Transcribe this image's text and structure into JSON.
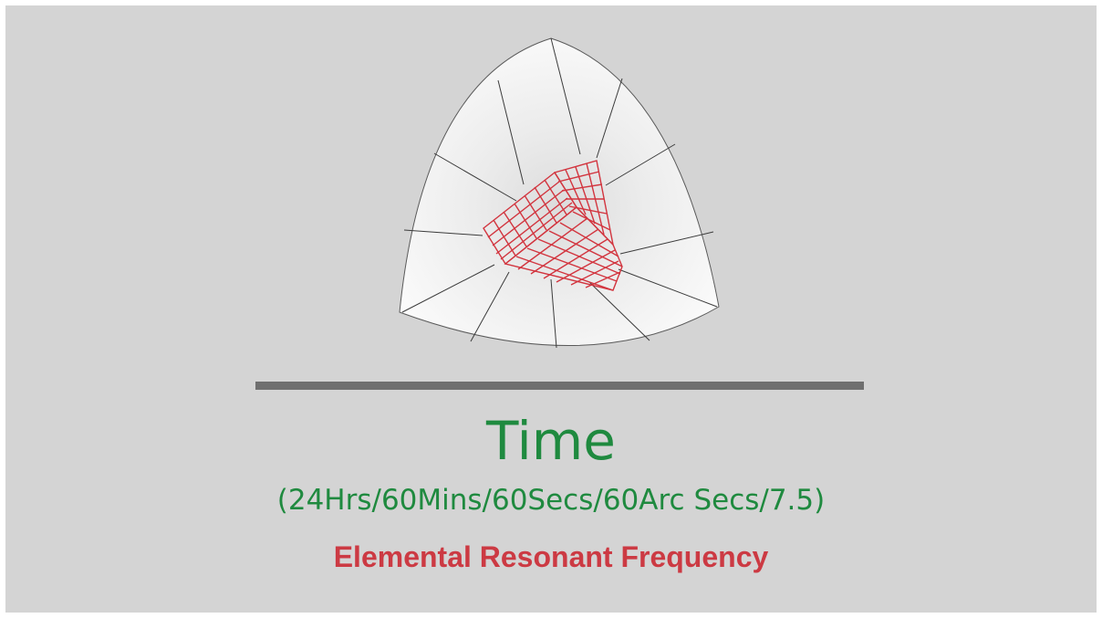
{
  "figure": {
    "shape": "reuleaux-triangle-with-red-cube-grid",
    "colors": {
      "background": "#d4d4d4",
      "shell": "#f6f6f6",
      "shell_edge": "#444444",
      "grid": "#d2343e",
      "divider": "#6f6f6f"
    }
  },
  "text": {
    "title": "Time",
    "subtitle": "(24Hrs/60Mins/60Secs/60Arc Secs/7.5)",
    "caption": "Elemental Resonant Frequency"
  },
  "colors": {
    "title": "#1f8a3f",
    "caption": "#cc3a43"
  }
}
